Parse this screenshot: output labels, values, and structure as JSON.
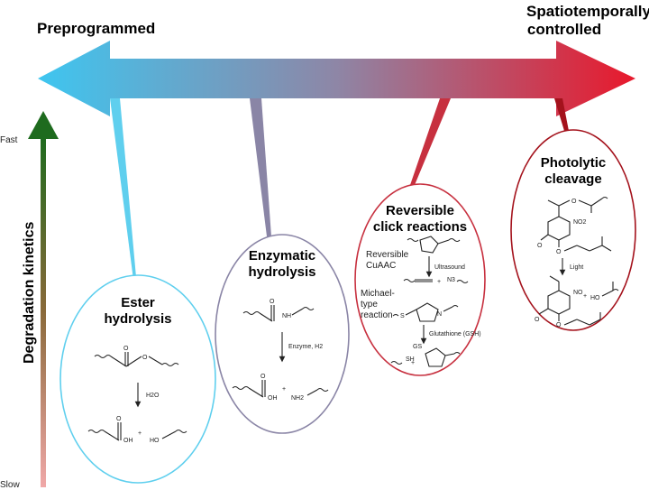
{
  "header": {
    "left_title": "Preprogrammed",
    "right_title_line1": "Spatiotemporally",
    "right_title_line2": "controlled"
  },
  "axis": {
    "label": "Degradation kinetics",
    "fast": "Fast",
    "slow": "Slow"
  },
  "colors": {
    "arrow_left": "#3ec6f0",
    "arrow_mid": "#8e86a6",
    "arrow_right": "#e8192c",
    "ester": "#5fcfee",
    "enzymatic": "#8a85a6",
    "click": "#c7303f",
    "photolytic": "#a4121c",
    "kinetics_top": "#1e6b1e",
    "kinetics_bottom": "#f0a8a8"
  },
  "mechanisms": {
    "ester": {
      "title_line1": "Ester",
      "title_line2": "hydrolysis",
      "reagent": "H2O",
      "product_acid_oh": "OH",
      "product_alcohol": "HO"
    },
    "enzymatic": {
      "title_line1": "Enzymatic",
      "title_line2": "hydrolysis",
      "amide_nh": "NH",
      "reagent": "Enzyme, H2",
      "product_oh": "OH",
      "product_amine": "NH2"
    },
    "click": {
      "title_line1": "Reversible",
      "title_line2": "click reactions",
      "cuaac_line1": "Reversible",
      "cuaac_line2": "CuAAC",
      "trigger1": "Ultrasound",
      "azide": "N3",
      "michael_line1": "Michael-",
      "michael_line2": "type",
      "michael_line3": "reaction",
      "atom_s": "S",
      "atom_n": "N",
      "atom_gs": "GS",
      "atom_sh": "SH",
      "trigger2": "Glutathione (GSH)"
    },
    "photolytic": {
      "title_line1": "Photolytic",
      "title_line2": "cleavage",
      "group_no2": "NO2",
      "group_no": "NO",
      "atom_o": "O",
      "trigger": "Light",
      "product_ho": "HO"
    }
  }
}
